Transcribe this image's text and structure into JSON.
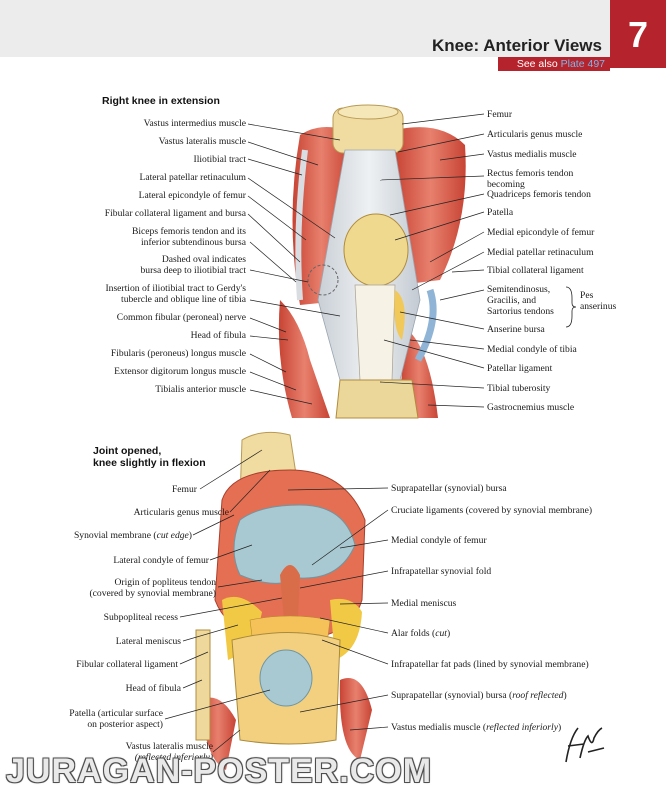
{
  "header": {
    "title": "Knee: Anterior Views",
    "plate_number": "7",
    "see_also_prefix": "See also",
    "see_also_plate": "Plate 497"
  },
  "top_figure": {
    "title": "Right knee in extension",
    "labels_left": [
      "Vastus intermedius muscle",
      "Vastus lateralis muscle",
      "Iliotibial tract",
      "Lateral patellar retinaculum",
      "Lateral epicondyle of femur",
      "Fibular collateral ligament and bursa",
      "Biceps femoris tendon and its",
      "inferior subtendinous bursa",
      "Dashed oval indicates",
      "bursa deep to iliotibial tract",
      "Insertion of iliotibial tract to Gerdy's",
      "tubercle and oblique line of tibia",
      "Common fibular (peroneal) nerve",
      "Head of fibula",
      "Fibularis (peroneus) longus muscle",
      "Extensor digitorum longus muscle",
      "Tibialis anterior muscle"
    ],
    "labels_right": [
      "Femur",
      "Articularis genus muscle",
      "Vastus medialis muscle",
      "Rectus femoris tendon",
      "becoming",
      "Quadriceps femoris tendon",
      "Patella",
      "Medial epicondyle of femur",
      "Medial patellar retinaculum",
      "Tibial collateral ligament",
      "Semitendinosus,",
      "Gracilis, and",
      "Sartorius tendons",
      "Pes",
      "anserinus",
      "Anserine bursa",
      "Medial condyle of tibia",
      "Patellar ligament",
      "Tibial tuberosity",
      "Gastrocnemius muscle"
    ]
  },
  "bottom_figure": {
    "title_line1": "Joint opened,",
    "title_line2": "knee slightly in flexion",
    "labels_left": [
      "Femur",
      "Articularis genus muscle",
      "Synovial membrane (",
      "cut edge",
      ")",
      "Lateral condyle of femur",
      "Origin of popliteus tendon",
      "(covered by synovial membrane)",
      "Subpopliteal recess",
      "Lateral meniscus",
      "Fibular collateral ligament",
      "Head of fibula",
      "Patella (articular surface",
      "on posterior aspect)",
      "Vastus lateralis muscle",
      "(reflected inferiorly)"
    ],
    "labels_right": [
      "Suprapatellar (synovial) bursa",
      "Cruciate ligaments (covered by synovial membrane)",
      "Medial condyle of femur",
      "Infrapatellar synovial fold",
      "Medial meniscus",
      "Alar folds (",
      "cut",
      ")",
      "Infrapatellar fat pads (lined by synovial membrane)",
      "Suprapatellar (synovial) bursa (",
      "roof reflected",
      ")",
      "Vastus medialis muscle (",
      "reflected inferiorly",
      ")"
    ]
  },
  "watermark": "JURAGAN-POSTER.COM",
  "signature": "F. Netter",
  "colors": {
    "accent": "#b5232c",
    "link": "#7db6ea",
    "muscle": "#d9574a",
    "bone": "#f0dca0",
    "cartilage": "#a9c9d2"
  }
}
